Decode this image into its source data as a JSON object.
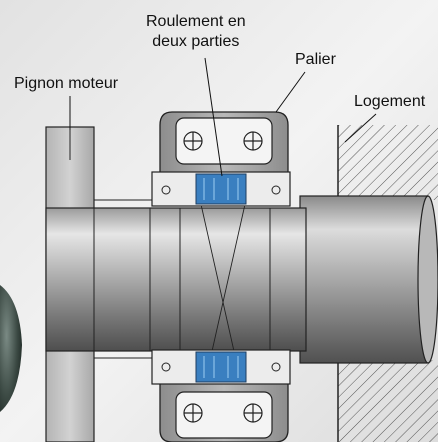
{
  "labels": {
    "roulement_line1": "Roulement en",
    "roulement_line2": "deux parties",
    "palier": "Palier",
    "pignon_moteur": "Pignon moteur",
    "logement": "Logement"
  },
  "colors": {
    "background": "#e9e9e9",
    "outline": "#1a1a1a",
    "bearing_blue": "#3a7fc0",
    "shaft_dark": "#6a6a6a",
    "shaft_light": "#d8d8d8",
    "housing_gray": "#9a9a9a"
  }
}
